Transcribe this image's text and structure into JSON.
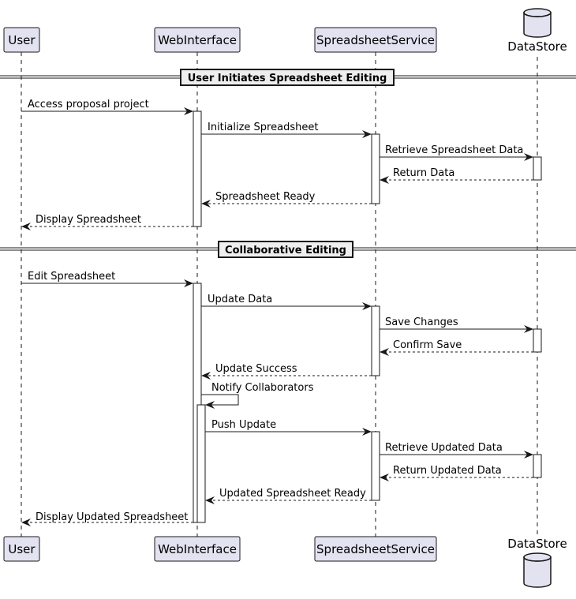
{
  "participants": {
    "user": "User",
    "web": "WebInterface",
    "service": "SpreadsheetService",
    "store": "DataStore"
  },
  "colors": {
    "participant_fill": "#e2e2f0",
    "participant_stroke": "#181818",
    "section_fill": "#eeeeee",
    "activation_fill": "#ffffff"
  },
  "sections": [
    "User Initiates Spreadsheet Editing",
    "Collaborative Editing"
  ],
  "messages": [
    "Access proposal project",
    "Initialize Spreadsheet",
    "Retrieve Spreadsheet Data",
    "Return Data",
    "Spreadsheet Ready",
    "Display Spreadsheet",
    "Edit Spreadsheet",
    "Update Data",
    "Save Changes",
    "Confirm Save",
    "Update Success",
    "Notify Collaborators",
    "Push Update",
    "Retrieve Updated Data",
    "Return Updated Data",
    "Updated Spreadsheet Ready",
    "Display Updated Spreadsheet"
  ]
}
